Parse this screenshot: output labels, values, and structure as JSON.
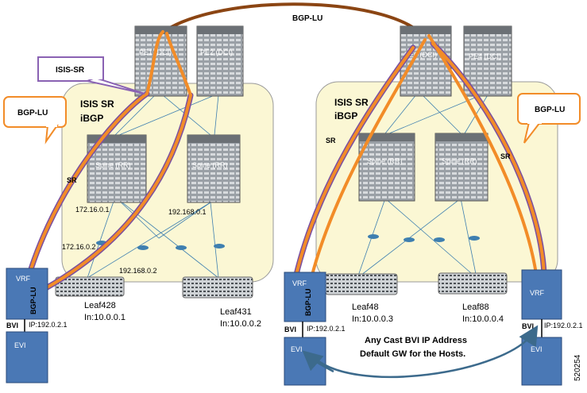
{
  "top_link_label": "BGP-LU",
  "callouts": {
    "isis_sr": "ISIS-SR",
    "bgp_lu_left": "BGP-LU",
    "bgp_lu_right": "BGP-LU"
  },
  "left_fabric": {
    "title_line1": "ISIS SR",
    "title_line2": "iBGP",
    "pe1": "PE1 (DCI)",
    "pe2": "PE2 (DCI)",
    "spine1": "Spine (RR)",
    "spine2": "Spine (RR)",
    "sr_label": "SR",
    "ip_172_1": "172.16.0.1",
    "ip_192_1": "192.168.0.1",
    "ip_172_2": "172.16.0.2",
    "ip_192_2": "192.168.0.2",
    "leaf1_name": "Leaf428",
    "leaf1_ip": "In:10.0.0.1",
    "leaf2_name": "Leaf431",
    "leaf2_ip": "In:10.0.0.2"
  },
  "right_fabric": {
    "title_line1": "ISIS SR",
    "title_line2": "iBGP",
    "pe3": "PE3 (DCI)",
    "pe4": "PE4 (DCI)",
    "spine1": "Spine (RR)",
    "spine2": "Spine (RR)",
    "sr_label_left": "SR",
    "sr_label_right": "SR",
    "leaf1_name": "Leaf48",
    "leaf1_ip": "In:10.0.0.3",
    "leaf2_name": "Leaf88",
    "leaf2_ip": "In:10.0.0.4"
  },
  "hosts": {
    "vrf": "VRF",
    "bgp_lu_vertical": "BGP-LU",
    "bvi": "BVI",
    "evi": "EVI",
    "bvi_ip": "IP:192.0.2.1"
  },
  "anycast_line1": "Any Cast BVI IP Address",
  "anycast_line2": "Default GW for the Hosts.",
  "figure_id": "520254"
}
